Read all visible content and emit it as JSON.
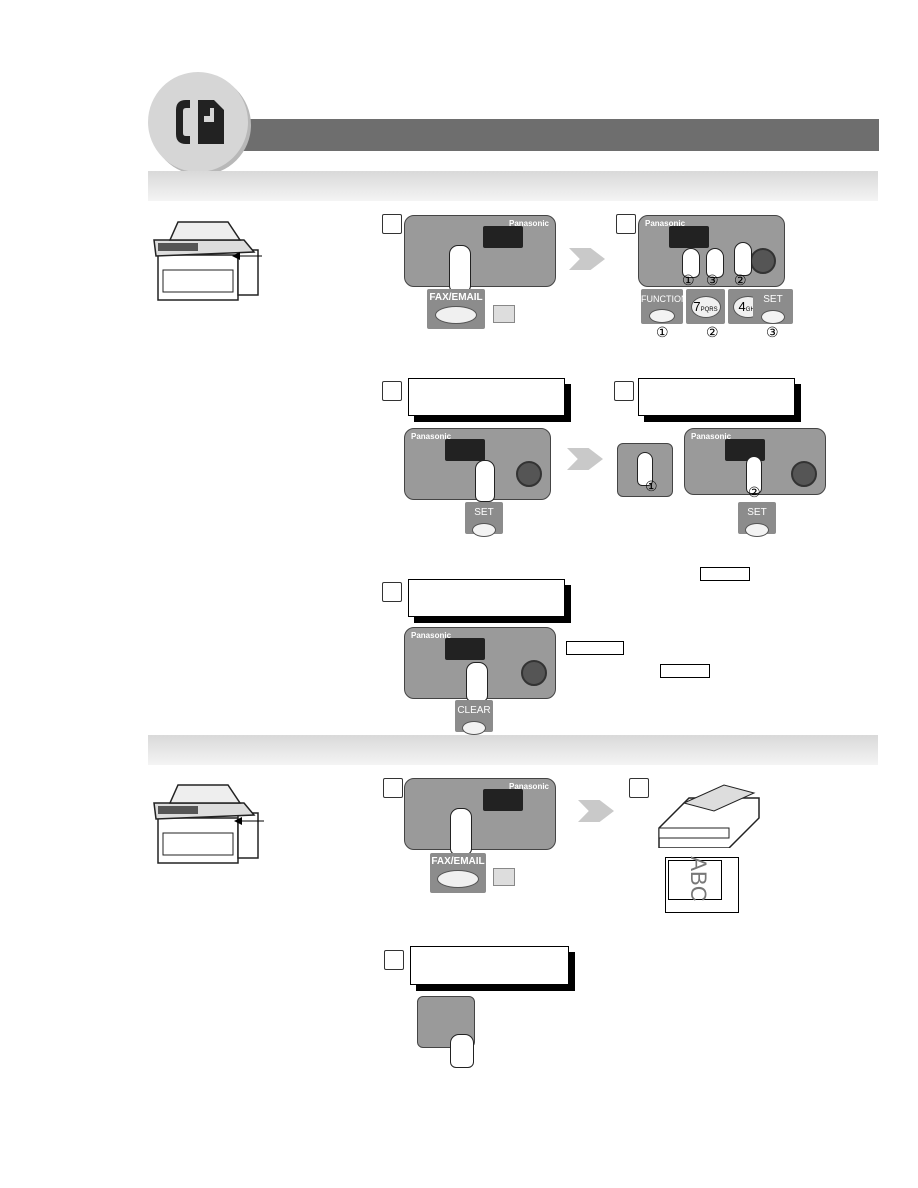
{
  "header": {
    "icon": "fax-document-icon",
    "bar_color": "#6e6e6e"
  },
  "key_labels": {
    "fax_email": "FAX/EMAIL",
    "function": "FUNCTION",
    "key7": "7",
    "key7_sub": "PQRS",
    "key4": "4",
    "key4_sub": "GHI",
    "set": "SET",
    "clear": "CLEAR",
    "brand": "Panasonic"
  },
  "callouts": {
    "c1": "①",
    "c2": "②",
    "c3": "③"
  },
  "icons": {
    "arrow": "arrow-right-icon",
    "printer": "printer-icon",
    "adf": "document-feeder-icon"
  },
  "adf_letters": "ABC"
}
